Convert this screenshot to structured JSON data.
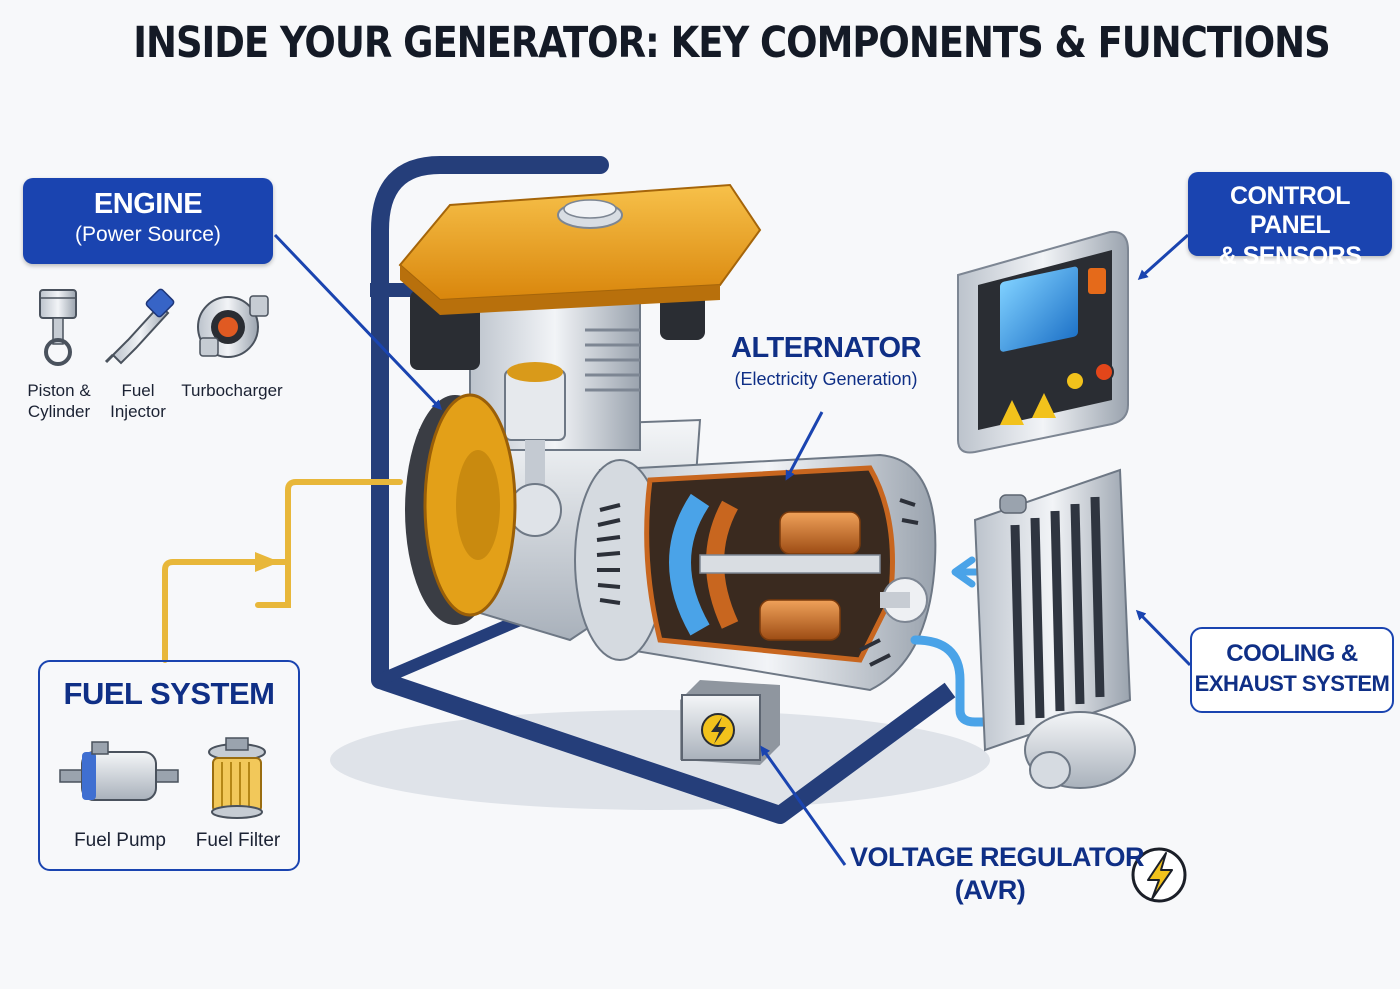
{
  "title": "INSIDE YOUR GENERATOR: KEY COMPONENTS & FUNCTIONS",
  "engine": {
    "heading": "ENGINE",
    "subheading": "(Power Source)",
    "parts": [
      {
        "label_line1": "Piston &",
        "label_line2": "Cylinder",
        "icon": "piston-icon"
      },
      {
        "label_line1": "Fuel",
        "label_line2": "Injector",
        "icon": "fuel-injector-icon"
      },
      {
        "label_line1": "Turbocharger",
        "label_line2": "",
        "icon": "turbocharger-icon"
      }
    ]
  },
  "alternator": {
    "heading": "ALTERNATOR",
    "subheading": "(Electricity Generation)"
  },
  "control_panel": {
    "heading_line1": "CONTROL PANEL",
    "heading_line2": "& SENSORS"
  },
  "cooling": {
    "heading_line1": "COOLING &",
    "heading_line2": "EXHAUST SYSTEM"
  },
  "fuel_system": {
    "heading": "FUEL SYSTEM",
    "parts": [
      {
        "label": "Fuel Pump",
        "icon": "fuel-pump-icon"
      },
      {
        "label": "Fuel Filter",
        "icon": "fuel-filter-icon"
      }
    ]
  },
  "voltage_regulator": {
    "heading_line1": "VOLTAGE REGULATOR",
    "heading_line2": "(AVR)",
    "icon": "lightning-icon"
  },
  "colors": {
    "brand_blue": "#1a44b0",
    "frame_navy": "#253e7a",
    "engine_orange": "#e39a12",
    "copper": "#c8661f",
    "fuel_line": "#e8b73a",
    "coolant_blue": "#4aa3e8"
  }
}
